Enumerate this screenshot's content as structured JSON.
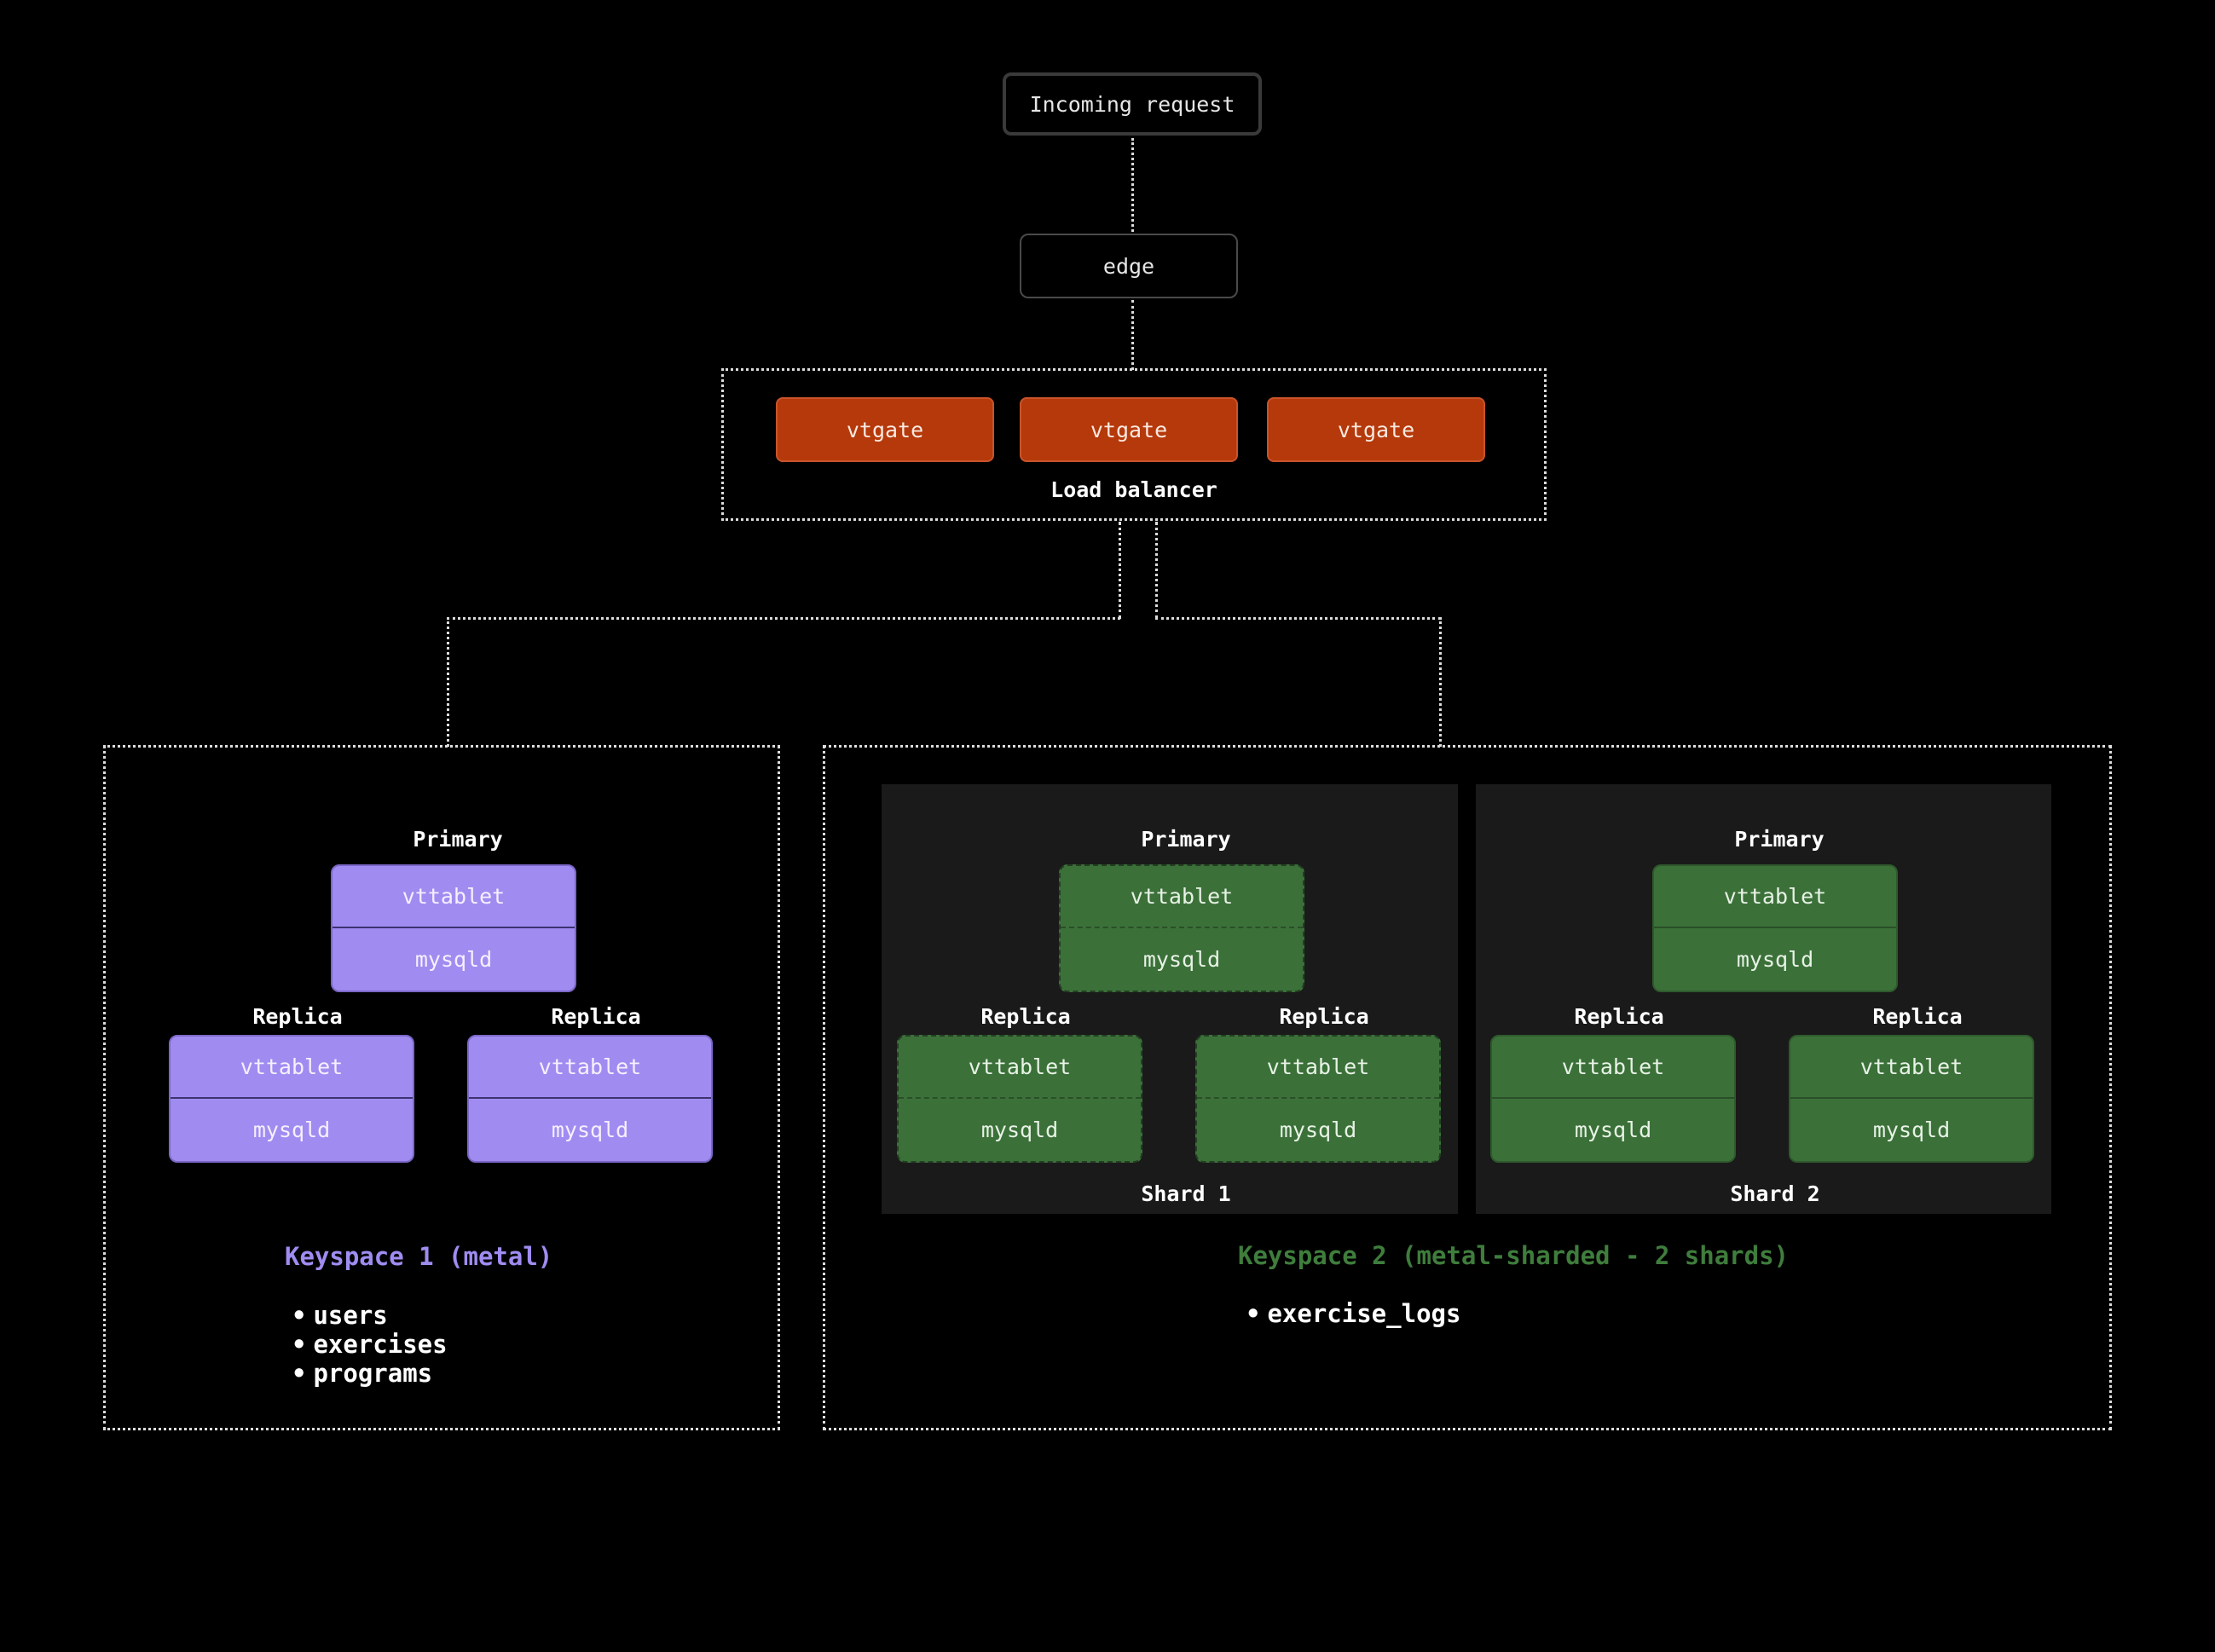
{
  "top": {
    "incoming": "Incoming request",
    "edge": "edge",
    "vtgates": [
      "vtgate",
      "vtgate",
      "vtgate"
    ],
    "load_balancer": "Load balancer"
  },
  "keyspace1": {
    "title": "Keyspace 1 (metal)",
    "color": "#a08cf0",
    "primary_label": "Primary",
    "replica_label": "Replica",
    "tablet": "vttablet",
    "db": "mysqld",
    "tables": [
      "users",
      "exercises",
      "programs"
    ]
  },
  "keyspace2": {
    "title": "Keyspace 2 (metal-sharded - 2 shards)",
    "color": "#3b7139",
    "primary_label": "Primary",
    "replica_label": "Replica",
    "tablet": "vttablet",
    "db": "mysqld",
    "shards": [
      "Shard 1",
      "Shard 2"
    ],
    "tables": [
      "exercise_logs"
    ]
  },
  "colors": {
    "background": "#000000",
    "vtgate": "#b5390a",
    "purple_node": "#a08cf0",
    "green_node": "#3b7139",
    "shard_bg": "#1a1a1a"
  }
}
